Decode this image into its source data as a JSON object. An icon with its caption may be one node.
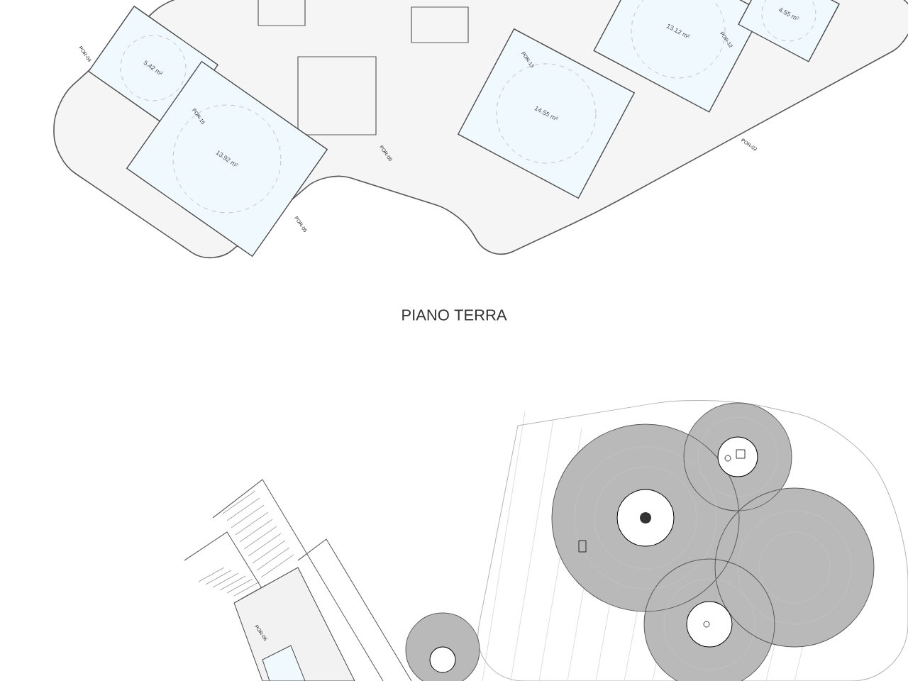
{
  "diagram": {
    "title": "PIANO TERRA",
    "nodes": [
      {
        "text": [
          "5.42 m²"
        ]
      },
      {
        "text": [
          "13.92 m²"
        ]
      },
      {
        "text": [
          "14.55 m²"
        ]
      },
      {
        "text": [
          "13.12 m²"
        ]
      },
      {
        "text": [
          "4.55 m²"
        ]
      }
    ],
    "labels": [
      "POR-04",
      "POR-15",
      "POR-09",
      "POR-05",
      "POR-13",
      "POR-12",
      "POR-02",
      "POR-06"
    ]
  }
}
